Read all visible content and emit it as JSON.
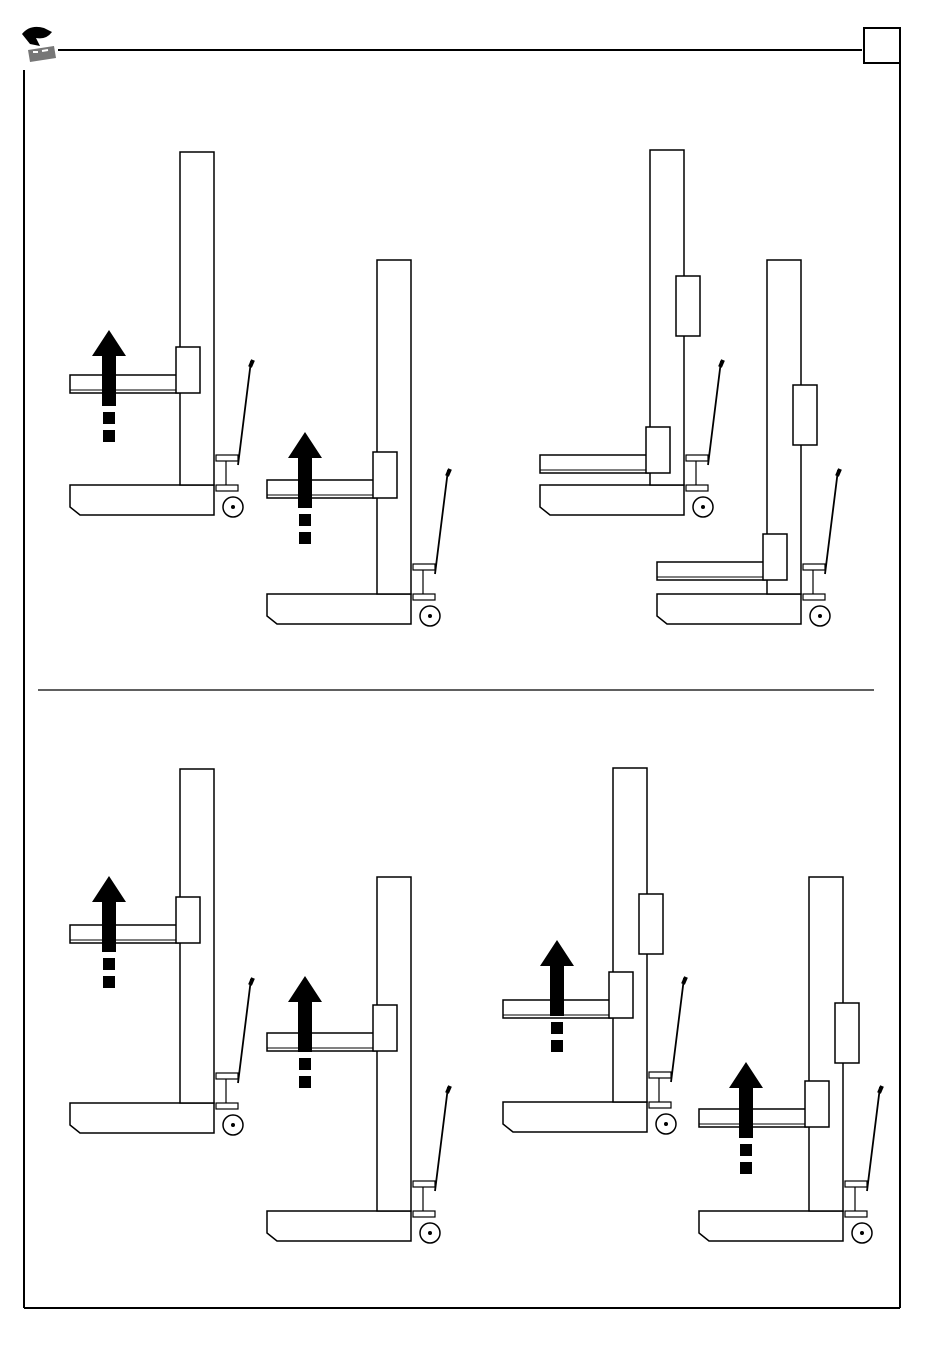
{
  "page": {
    "logo_icon": "brand-logo-icon",
    "page_number_box": "page-number-box",
    "line_color": "#000000",
    "fill_color": "#ffffff"
  },
  "top_section": {
    "panels": [
      {
        "id": "lift-raised-1",
        "arrow": "up-arrow-icon",
        "counterweight": false
      },
      {
        "id": "lift-raised-2",
        "arrow": "up-arrow-icon",
        "counterweight": false
      },
      {
        "id": "lift-lowered-1",
        "arrow": "",
        "counterweight": true
      },
      {
        "id": "lift-lowered-2",
        "arrow": "",
        "counterweight": true
      }
    ]
  },
  "bottom_section": {
    "panels": [
      {
        "id": "lift-raised-3",
        "arrow": "up-arrow-icon",
        "counterweight": false
      },
      {
        "id": "lift-raised-4",
        "arrow": "up-arrow-icon",
        "counterweight": false
      },
      {
        "id": "lift-raised-5",
        "arrow": "up-arrow-icon",
        "counterweight": true
      },
      {
        "id": "lift-raised-6",
        "arrow": "up-arrow-icon",
        "counterweight": true
      }
    ]
  }
}
